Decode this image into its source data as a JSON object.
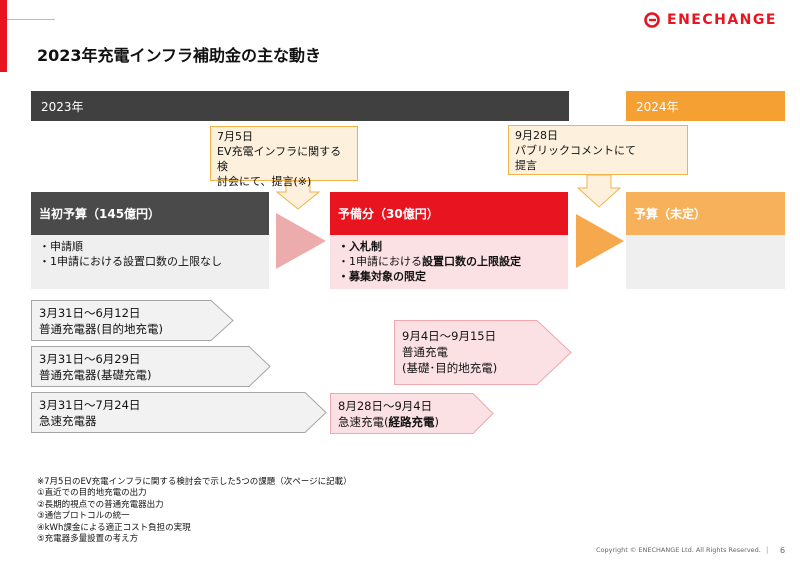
{
  "brand": {
    "name": "ENECHANGE",
    "color": "#e8141f"
  },
  "title": "2023年充電インフラ補助金の主な動き",
  "years": {
    "y2023": "2023年",
    "y2024": "2024年"
  },
  "callouts": {
    "c1": [
      "7月5日",
      "EV充電インフラに関する検",
      "討会にて、提言(※)"
    ],
    "c2": [
      "9月28日",
      "パブリックコメントにて",
      "提言"
    ]
  },
  "phases": {
    "p1": {
      "header": "当初予算（145億円）",
      "lines": [
        "・申請順",
        "・1申請における設置口数の上限なし"
      ]
    },
    "p2": {
      "header": "予備分（30億円）",
      "line1": "・入札制",
      "line2_pre": "・1申請における",
      "line2_bold": "設置口数の上限設定",
      "line3": "・募集対象の限定"
    },
    "p3": {
      "header": "予算（未定）"
    }
  },
  "durations": {
    "d1": {
      "dates": "3月31日～6月12日",
      "label": "普通充電器(目的地充電)"
    },
    "d2": {
      "dates": "3月31日～6月29日",
      "label": "普通充電器(基礎充電)"
    },
    "d3": {
      "dates": "3月31日～7月24日",
      "label": "急速充電器"
    },
    "d4": {
      "dates": "9月4日～9月15日",
      "label": "普通充電",
      "label2": "(基礎･目的地充電)"
    },
    "d5": {
      "dates": "8月28日～9月4日",
      "label_pre": "急速充電(",
      "label_bold": "経路充電",
      "label_post": ")"
    }
  },
  "notes": [
    "※7月5日のEV充電インフラに関する検討会で示した5つの課題（次ページに記載）",
    "①直近での目的地充電の出力",
    "②長期的視点での普通充電器出力",
    "③通信プロトコルの統一",
    "④kWh課金による適正コスト負担の実現",
    "⑤充電器多量設置の考え方"
  ],
  "footer": {
    "copyright": "Copyright © ENECHANGE Ltd.  All Rights Reserved.",
    "separator": "|",
    "page": "6"
  },
  "colors": {
    "accent": "#e8141f",
    "dark": "#404040",
    "orange": "#f4a033",
    "callout_bg": "#fdf1dd"
  }
}
